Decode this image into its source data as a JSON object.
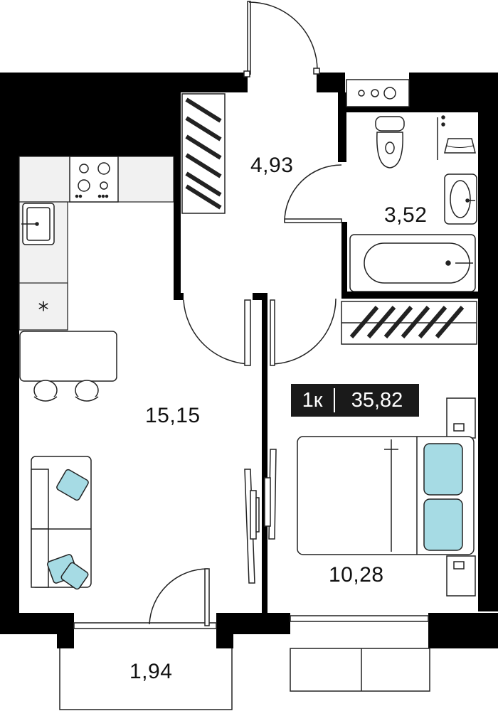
{
  "apartment": {
    "room_count": "1к",
    "total_area": "35,82"
  },
  "rooms": {
    "hallway_area": "4,93",
    "bathroom_area": "3,52",
    "living_kitchen_area": "15,15",
    "bedroom_area": "10,28",
    "balcony_area": "1,94"
  },
  "icons": {
    "fridge_symbol": "*"
  },
  "colors": {
    "wall": "#000000",
    "background": "#ffffff",
    "kitchen_counter": "#f1f1f1",
    "pillow": "#a6dbe4",
    "line": "#222222"
  }
}
